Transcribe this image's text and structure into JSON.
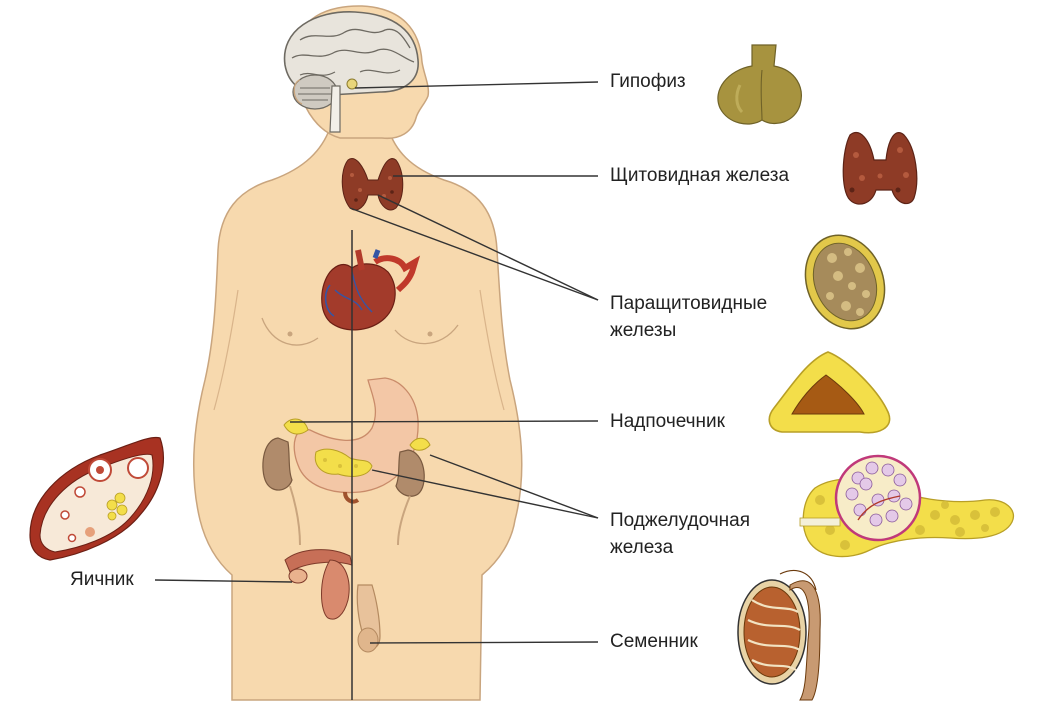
{
  "labels": {
    "pituitary": "Гипофиз",
    "thyroid": "Щитовидная железа",
    "parathyroid": [
      "Паращитовидные",
      "железы"
    ],
    "adrenal": "Надпочечник",
    "pancreas": [
      "Поджелудочная",
      "железа"
    ],
    "testis": "Семенник",
    "ovary": "Яичник"
  },
  "colors": {
    "skin": "#F7D9AE",
    "skin_outline": "#C9A57E",
    "thyroid": "#8E3B26",
    "pituitary": "#A7933F",
    "parathyroid": "#E2C84A",
    "pancreas": "#F3DE4A",
    "heart": "#A33B2B",
    "ovary": "#A83222",
    "line": "#333333"
  },
  "icons": [
    "brain-icon",
    "heart-icon",
    "stomach-icon",
    "kidney-icon",
    "uterus-icon",
    "penis-icon"
  ]
}
